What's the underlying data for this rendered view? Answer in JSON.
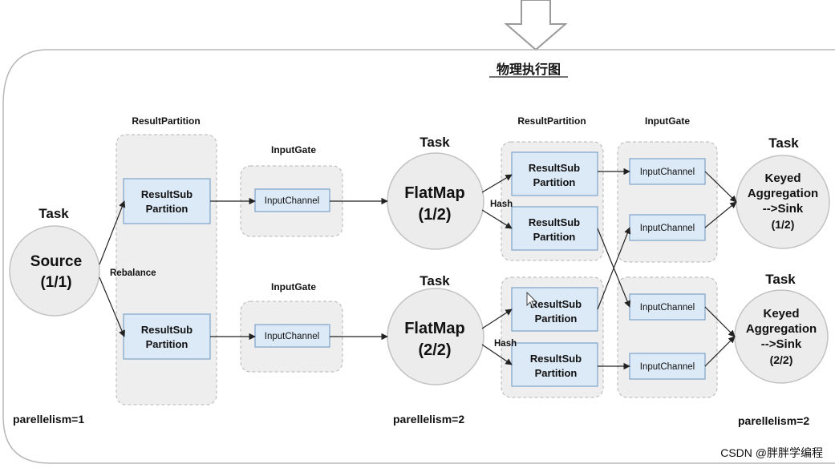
{
  "title": "物理执行图",
  "watermark": "CSDN @胖胖学编程",
  "labels": {
    "task": "Task",
    "result_partition": "ResultPartition",
    "input_gate": "InputGate",
    "result_sub_line1": "ResultSub",
    "result_sub_line2": "Partition",
    "input_channel": "InputChannel",
    "rebalance": "Rebalance",
    "hash": "Hash"
  },
  "nodes": {
    "source": {
      "line1": "Source",
      "line2": "(1/1)"
    },
    "flatmap1": {
      "line1": "FlatMap",
      "line2": "(1/2)"
    },
    "flatmap2": {
      "line1": "FlatMap",
      "line2": "(2/2)"
    },
    "sink1": {
      "line1": "Keyed",
      "line2": "Aggregation",
      "line3": "-->Sink",
      "line4": "(1/2)"
    },
    "sink2": {
      "line1": "Keyed",
      "line2": "Aggregation",
      "line3": "-->Sink",
      "line4": "(2/2)"
    }
  },
  "parallelism": {
    "source": "parellelism=1",
    "flatmap": "parellelism=2",
    "sink": "parellelism=2"
  },
  "colors": {
    "circle_fill": "#ececec",
    "group_fill": "#eeeeee",
    "box_fill": "#dce9f6",
    "box_stroke": "#7ea3c9",
    "arrow": "#222222"
  }
}
